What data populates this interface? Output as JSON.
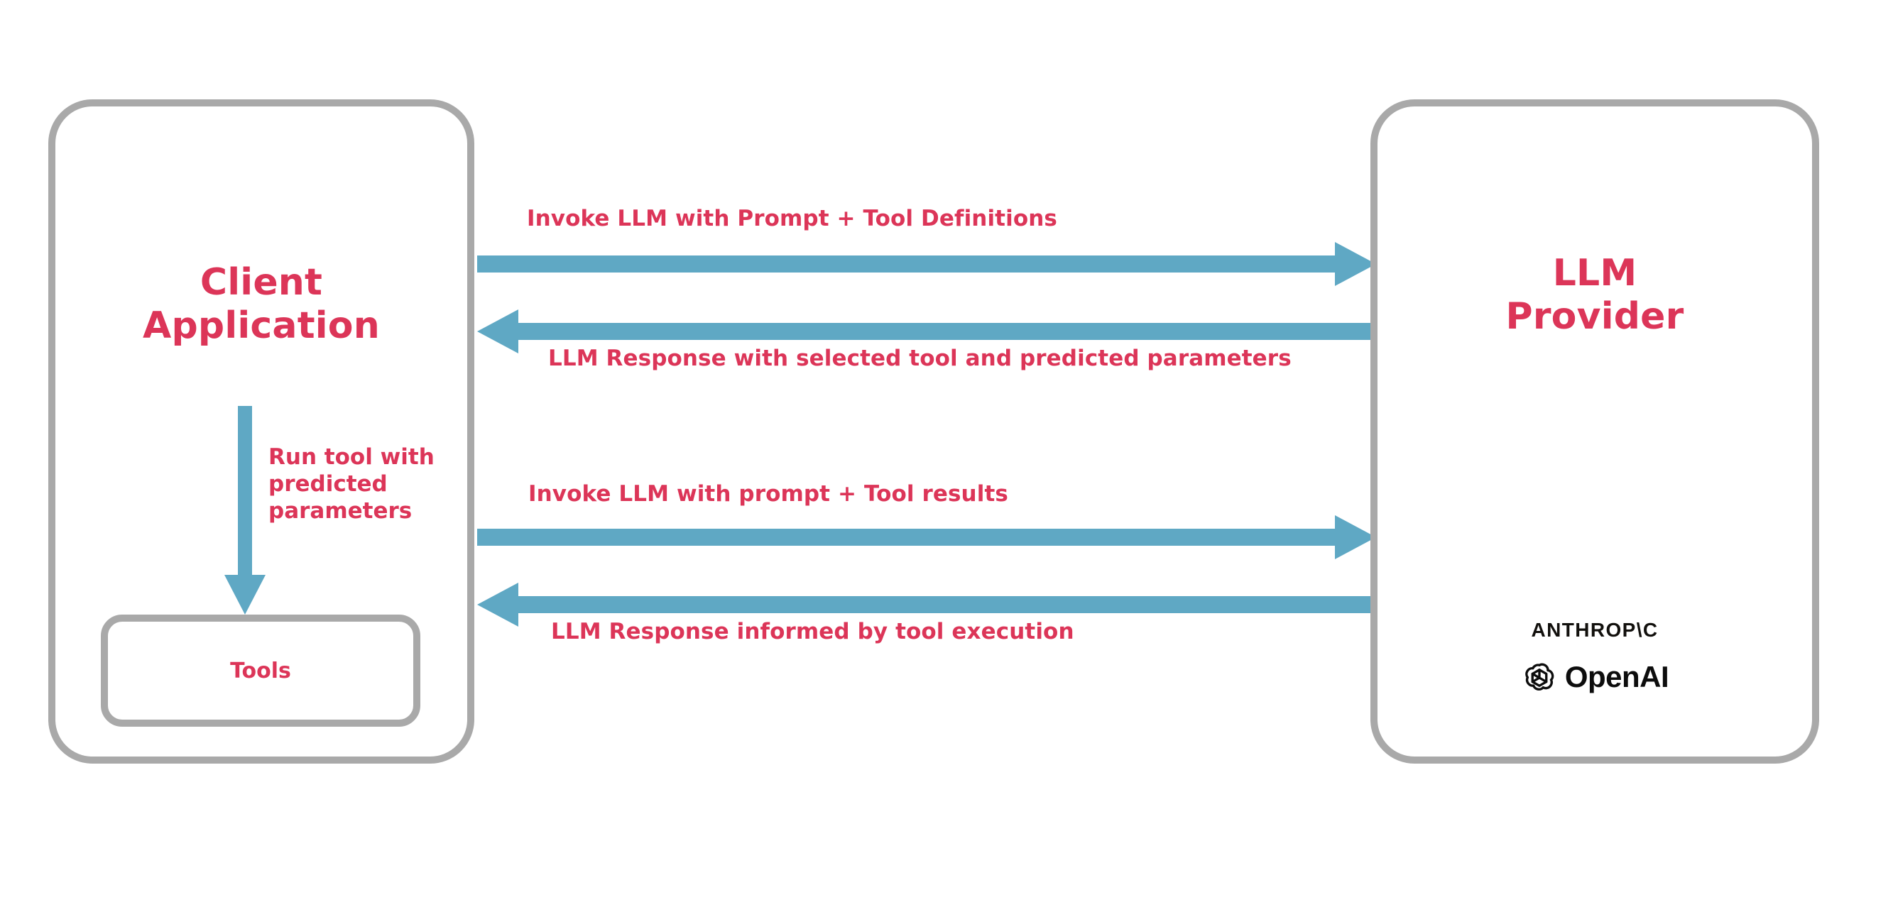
{
  "diagram": {
    "title": "LLM tool calling flow",
    "colors": {
      "accent_text": "#dc3558",
      "arrow": "#5fa8c4",
      "box_border": "#a9a9a9",
      "brand_black": "#0d0d0d",
      "background": "#ffffff"
    }
  },
  "client": {
    "title": "Client\nApplication",
    "tools_label": "Tools",
    "internal_flow_label": "Run tool with\npredicted\nparameters"
  },
  "provider": {
    "title": "LLM\nProvider",
    "brands": [
      {
        "name": "anthropic-wordmark",
        "label": "ANTHROP\\C"
      },
      {
        "name": "openai-wordmark",
        "label": "OpenAI"
      }
    ]
  },
  "messages": [
    {
      "id": "invoke-llm-tool-definitions",
      "label": "Invoke LLM with Prompt + Tool Definitions",
      "direction": "right"
    },
    {
      "id": "llm-response-selected-tool",
      "label": "LLM Response with selected tool and predicted parameters",
      "direction": "left"
    },
    {
      "id": "invoke-llm-tool-results",
      "label": "Invoke LLM with prompt + Tool results",
      "direction": "right"
    },
    {
      "id": "llm-response-tool-execution",
      "label": "LLM Response informed by tool execution",
      "direction": "left"
    }
  ]
}
